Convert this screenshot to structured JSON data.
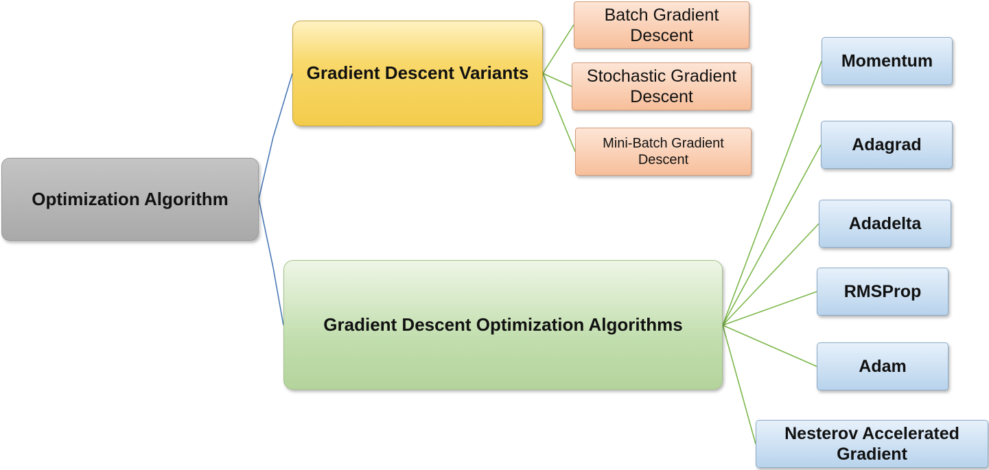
{
  "root": {
    "label": "Optimization Algorithm",
    "fill": "#b5b5b5"
  },
  "branches": [
    {
      "label": "Gradient Descent Variants",
      "fill": "#f6d35c",
      "children": [
        "Batch Gradient Descent",
        "Stochastic Gradient Descent",
        "Mini-Batch Gradient Descent"
      ],
      "child_fill": "#f9c8a8"
    },
    {
      "label": "Gradient Descent Optimization Algorithms",
      "fill": "#c4dfb0",
      "children": [
        "Momentum",
        "Adagrad",
        "Adadelta",
        "RMSProp",
        "Adam",
        "Nesterov Accelerated Gradient"
      ],
      "child_fill": "#c6dcf0"
    }
  ],
  "connector_colors": {
    "root_link": "#4a78b6",
    "child_link": "#7ab648"
  }
}
